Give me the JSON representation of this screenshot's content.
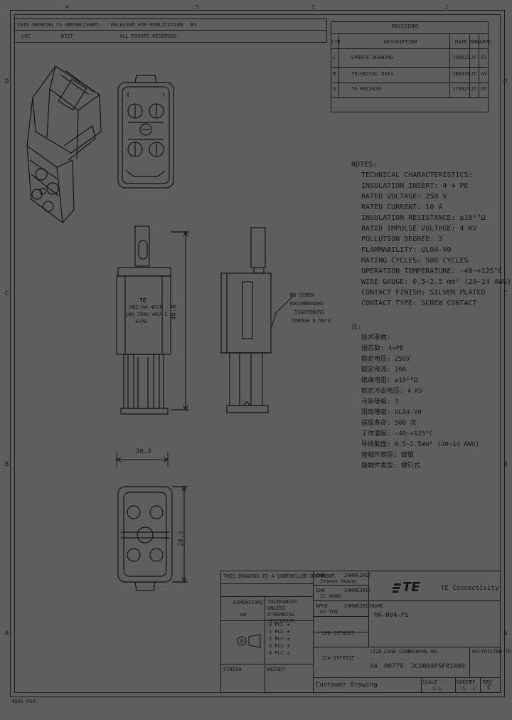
{
  "frame": {
    "zone_top": [
      "4",
      "3",
      "2",
      "1"
    ],
    "zone_left": [
      "D",
      "C",
      "B",
      "A"
    ],
    "zone_right": [
      "D",
      "C",
      "B",
      "A"
    ],
    "footer_code": "4805 REV."
  },
  "header_left": {
    "row1_a": "THIS DRAWING IS UNPUBLISHED.",
    "row1_b": "RELEASED FOR PUBLICATION",
    "row1_c": "BY",
    "row2_a": "LOC",
    "row2_b": "DIST",
    "row2_c": "ALL RIGHTS RESERVED."
  },
  "revisions": {
    "title": "REVISIONS",
    "headers": [
      "LTR",
      "DESCRIPTION",
      "DATE",
      "DWN",
      "APVD"
    ],
    "rows": [
      {
        "ltr": "C",
        "desc": "UPDATE DRAWING",
        "date": "190521",
        "dwn": "JC",
        "apvd": "GY"
      },
      {
        "ltr": "B",
        "desc": "TECHNICAL DATA",
        "date": "180330",
        "dwn": "JC",
        "apvd": "GY"
      },
      {
        "ltr": "A",
        "desc": "TO RELEASE",
        "date": "170427",
        "dwn": "JC",
        "apvd": "GY"
      }
    ]
  },
  "notes": {
    "heading": "NOTES:",
    "lines": [
      "TECHNICAL CHARACTERISTICS:",
      "INSULATION INSERT: 4 + PE",
      "RATED VOLTAGE: 250 V",
      "RATED CURRENT: 10 A",
      "INSULATION RESISTANCE: ≥10¹⁰Ω",
      "RATED IMPULSE VOLTAGE: 4 KV",
      "POLLUTION DEGREE: 3",
      "FLAMMABILITY: UL94-V0",
      "MATING CYCLES: 500 CYCLES",
      "OPERATION TEMPERATURE: -40~+125°C",
      "WIRE GAUGE: 0.5~2.5 mm² (20~14 AWG)",
      "CONTACT FINISH: SILVER PLATED",
      "CONTACT TYPE: SCREW CONTACT"
    ],
    "cn_heading": "注:",
    "cn_lines": [
      "技术参数:",
      "插芯数: 4+PE",
      "额定电压: 250V",
      "额定电流: 10A",
      "绝缘电阻: ≥10¹⁰Ω",
      "额定冲击电压: 4 KV",
      "污染等级: 3",
      "阻燃等级: UL94-V0",
      "插拔寿命: 500 次",
      "工作温度: -40~+125°C",
      "导线截面: 0.5~2.5mm² (20~14 AWG)",
      "接触件镀层: 镀银",
      "接触件类型: 螺钉式"
    ]
  },
  "dimensions": {
    "height": "46.8",
    "width": "20.3",
    "depth": "20.3",
    "screw_note": [
      "M3 SCREW",
      "RECOMMENDED",
      "TIGHTENING",
      "TORQUE 0.5N*m"
    ]
  },
  "part_label": {
    "brand": "TE",
    "model": "HDC-HA-4FSF",
    "rating": "10A 250V 4KV 3",
    "pins": "4+PE"
  },
  "title_block": {
    "copyright": "THIS DRAWING IS A CONTROLLED DOCUMENT.",
    "dwn_label": "DWN",
    "dwn_name": "Jeanne Huang",
    "dwn_date": "24MAR2017",
    "chk_label": "CHK",
    "chk_name": "JC WANG",
    "chk_date": "24MAR2017",
    "appr_label": "APVD",
    "appr_name": "GJ YUE",
    "appr_date": "24MAR2017",
    "dimensions_label": "DIMENSIONS:",
    "tolerances_label": "TOLERANCES UNLESS OTHERWISE SPECIFIED",
    "units": "mm",
    "tol_values": [
      "0 PLC ±",
      "1 PLC ±",
      "2 PLC ±",
      "3 PLC ±",
      "4 PLC ±"
    ],
    "product_spec_1": "108-1970525",
    "product_spec_2": "114-1970525",
    "finish_label": "FINISH",
    "weight_label": "WEIGHT",
    "company": "TE Connectivity",
    "name_label": "NAME",
    "name_value": "HA-004-FS",
    "size_label": "SIZE",
    "cage_label": "CAGE CODE",
    "dwg_label": "DRAWING NO",
    "restricted_label": "RESTRICTED TO",
    "size_value": "A4",
    "cage_value": "00779",
    "dwg_value": "2CD004FSF01000",
    "scale_label": "SCALE",
    "scale_value": "1:1",
    "sheet_label": "SHEET",
    "sheet_value": "1",
    "of_label": "OF",
    "of_value": "1",
    "rev_label": "REV",
    "rev_value": "C",
    "customer_drawing": "Customer Drawing"
  }
}
